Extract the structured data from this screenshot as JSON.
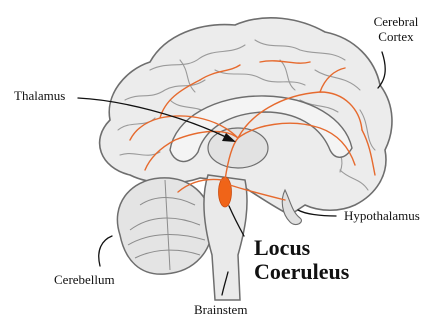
{
  "labels": {
    "cerebral_cortex": [
      "Cerebral",
      "Cortex"
    ],
    "thalamus": "Thalamus",
    "hypothalamus": "Hypothalamus",
    "cerebellum": "Cerebellum",
    "brainstem": "Brainstem",
    "locus_coeruleus": [
      "Locus",
      "Coeruleus"
    ]
  },
  "colors": {
    "pathway": "#e66a2e",
    "nucleus": "#f06418",
    "brain_fill": "#ececec",
    "outline": "#777777"
  }
}
